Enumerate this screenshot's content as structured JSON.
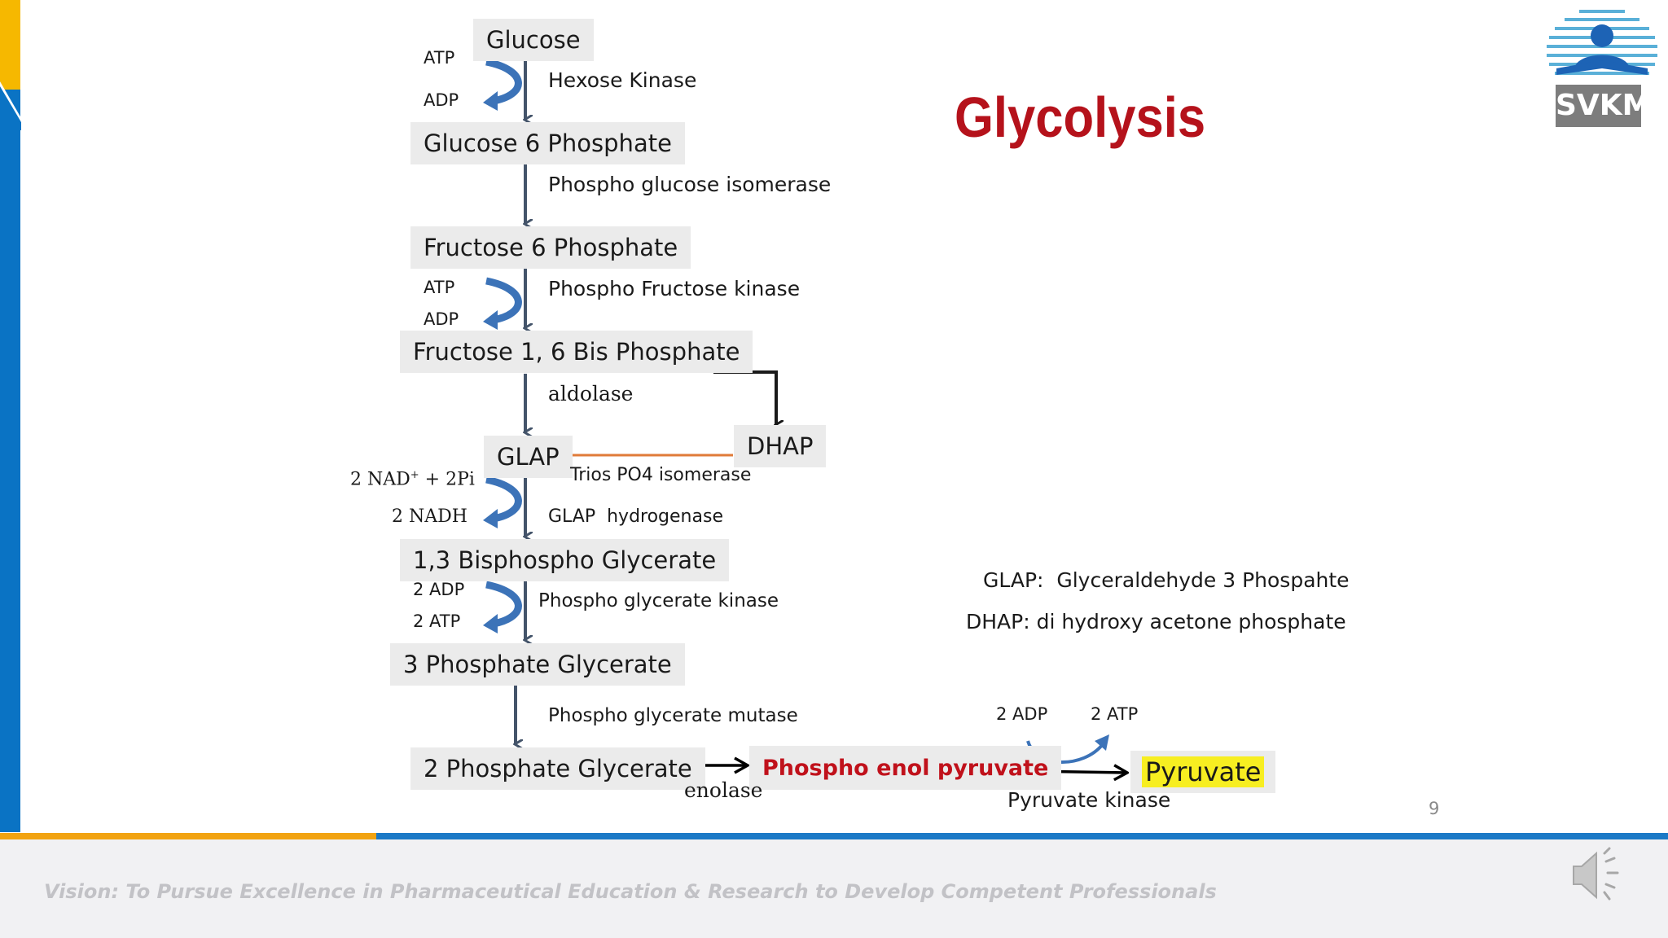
{
  "slide": {
    "title": "Glycolysis",
    "logo_text": "SVKM",
    "page_number": "9",
    "footer_text": "Vision: To Pursue Excellence in Pharmaceutical Education & Research to Develop Competent Professionals"
  },
  "compounds": {
    "glucose": "Glucose",
    "g6p": "Glucose 6 Phosphate",
    "f6p": "Fructose 6 Phosphate",
    "f16bp": "Fructose 1, 6 Bis Phosphate",
    "glap": "GLAP",
    "dhap": "DHAP",
    "bpg13": "1,3 Bisphospho Glycerate",
    "pg3": "3 Phosphate Glycerate",
    "pg2": "2 Phosphate Glycerate",
    "pep": "Phospho enol pyruvate",
    "pyruvate": "Pyruvate"
  },
  "enzymes": {
    "hexokinase": "Hexose Kinase",
    "pgi": "Phospho glucose isomerase",
    "pfk": "Phospho Fructose kinase",
    "aldolase": "aldolase",
    "tpi": "Trios PO4 isomerase",
    "glapdh": "GLAP  hydrogenase",
    "pgk": "Phospho glycerate kinase",
    "pgm": "Phospho glycerate mutase",
    "enolase": "enolase",
    "pk": "Pyruvate kinase"
  },
  "cofactors": {
    "step1_in": "ATP",
    "step1_out": "ADP",
    "step3_in": "ATP",
    "step3_out": "ADP",
    "step6_in_main": "2 NAD",
    "step6_in_sup": "+",
    "step6_in_tail": " + 2Pi",
    "step6_out": "2 NADH",
    "step7_in": "2 ADP",
    "step7_out": "2 ATP",
    "step10_in": "2 ADP",
    "step10_out": "2 ATP"
  },
  "legend": {
    "glap": "GLAP:  Glyceraldehyde 3 Phospahte",
    "dhap": "DHAP: di hydroxy acetone phosphate"
  },
  "colors": {
    "title_red": "#b5121b",
    "pep_red": "#c0111b",
    "pyruvate_highlight": "#f7ee21",
    "arrow_slate": "#44546a",
    "cofactor_blue": "#3c73b8",
    "isomerase_orange": "#e07b39",
    "left_bar_blue": "#0a73c4",
    "left_bar_yellow": "#f6b800",
    "footer_orange": "#f2a311",
    "footer_blue": "#1b79c6"
  }
}
